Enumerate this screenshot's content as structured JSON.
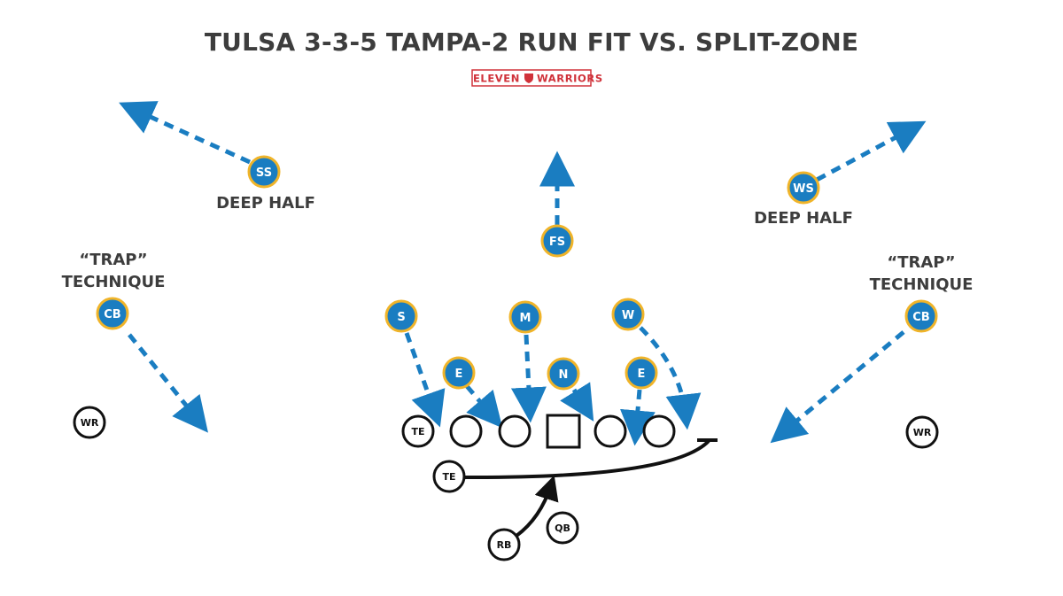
{
  "diagram": {
    "title": "TULSA 3-3-5 TAMPA-2 RUN FIT VS. SPLIT-ZONE",
    "brand": {
      "left": "ELEVEN",
      "right": "WARRIORS",
      "color": "#d0323a"
    },
    "colors": {
      "defense_fill": "#1a7dc1",
      "defense_ring": "#f0b429",
      "route": "#1a7dc1",
      "text": "#3d3d3d"
    },
    "defense": [
      {
        "id": "ss",
        "label": "SS",
        "note": "DEEP HALF"
      },
      {
        "id": "fs",
        "label": "FS",
        "note": ""
      },
      {
        "id": "ws",
        "label": "WS",
        "note": "DEEP HALF"
      },
      {
        "id": "cb-left",
        "label": "CB",
        "note": "“TRAP” TECHNIQUE"
      },
      {
        "id": "cb-right",
        "label": "CB",
        "note": "“TRAP” TECHNIQUE"
      },
      {
        "id": "s",
        "label": "S",
        "note": ""
      },
      {
        "id": "m",
        "label": "M",
        "note": ""
      },
      {
        "id": "w",
        "label": "W",
        "note": ""
      },
      {
        "id": "e-left",
        "label": "E",
        "note": ""
      },
      {
        "id": "n",
        "label": "N",
        "note": ""
      },
      {
        "id": "e-right",
        "label": "E",
        "note": ""
      }
    ],
    "offense": [
      {
        "id": "wr-left",
        "label": "WR"
      },
      {
        "id": "wr-right",
        "label": "WR"
      },
      {
        "id": "te-line",
        "label": "TE"
      },
      {
        "id": "te-wing",
        "label": "TE"
      },
      {
        "id": "rb",
        "label": "RB"
      },
      {
        "id": "qb",
        "label": "QB"
      },
      {
        "id": "ol-1",
        "label": ""
      },
      {
        "id": "ol-2",
        "label": ""
      },
      {
        "id": "center",
        "label": ""
      },
      {
        "id": "ol-4",
        "label": ""
      },
      {
        "id": "ol-5",
        "label": ""
      }
    ],
    "notes": {
      "deep_half": "DEEP HALF",
      "trap_1": "“TRAP”",
      "trap_2": "TECHNIQUE"
    }
  }
}
